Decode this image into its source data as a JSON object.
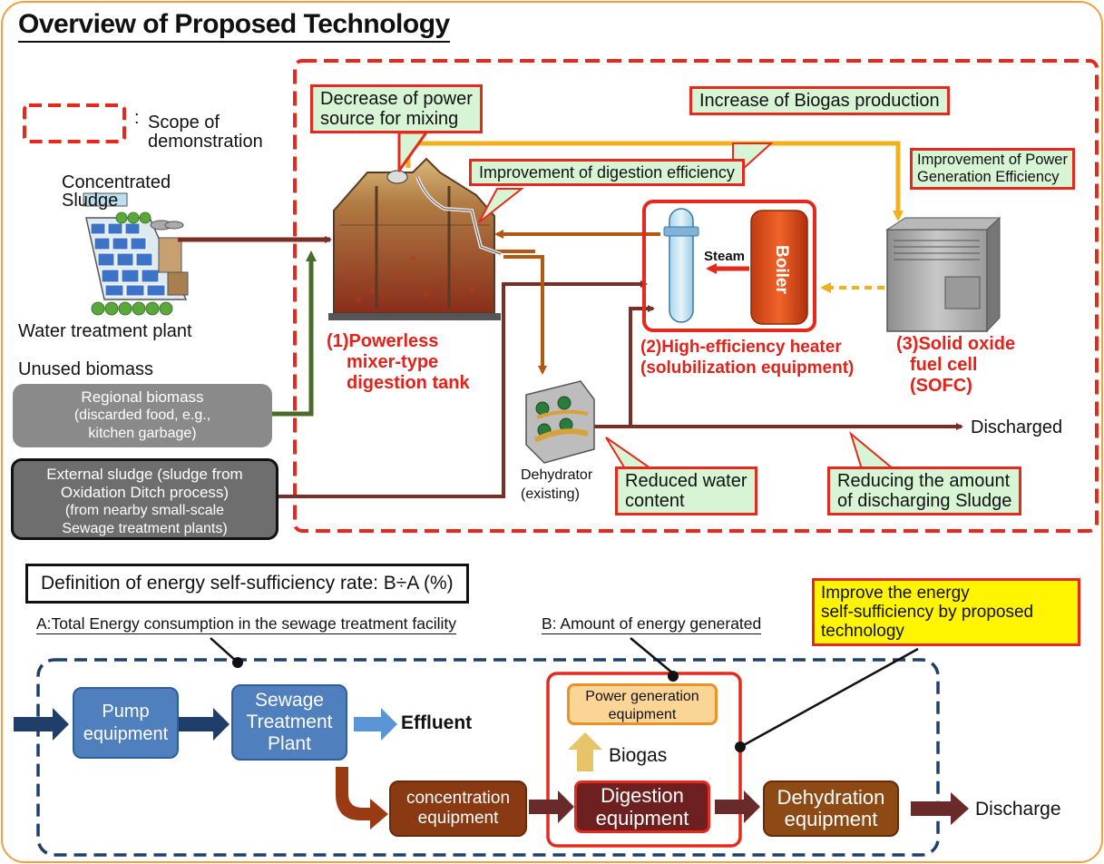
{
  "title": "Overview of Proposed Technology",
  "legend": {
    "colon": ":",
    "line1": "Scope of",
    "line2": "demonstration"
  },
  "plant": {
    "label_top1": "Concentrated",
    "label_top2": "Sludge",
    "label_bottom": "Water treatment plant"
  },
  "unused_biomass": "Unused biomass",
  "regional_biomass": {
    "line1": "Regional biomass",
    "line2": "(discarded food, e.g.,",
    "line3": "kitchen garbage)"
  },
  "external_sludge": {
    "line1": "External sludge (sludge from",
    "line2": "Oxidation Ditch process)",
    "line3": "(from nearby small-scale",
    "line4": "Sewage treatment plants)"
  },
  "callouts": {
    "mixing_1": "Decrease of power",
    "mixing_2": "source for mixing",
    "biogas": "Increase of Biogas production",
    "digestion": "Improvement of digestion efficiency",
    "power_eff_1": "Improvement of Power",
    "power_eff_2": "Generation Efficiency",
    "water_1": "Reduced water",
    "water_2": "content",
    "discharge_1": "Reducing the amount",
    "discharge_2": "of discharging Sludge"
  },
  "components": {
    "tank_1": "(1)Powerless",
    "tank_2": "mixer-type",
    "tank_3": "digestion tank",
    "heater_1": "(2)High-efficiency heater",
    "heater_2": "(solubilization equipment)",
    "sofc_1": "(3)Solid oxide",
    "sofc_2": "fuel cell",
    "sofc_3": "(SOFC)",
    "steam": "Steam",
    "boiler": "Boiler",
    "dehydrator_1": "Dehydrator",
    "dehydrator_2": "(existing)",
    "discharged": "Discharged"
  },
  "definition": "Definition of energy self-sufficiency rate: B÷A (%)",
  "label_a": "A:Total Energy consumption in the sewage treatment facility",
  "label_b": "B: Amount of energy generated",
  "improve": {
    "line1": "Improve the energy",
    "line2": "self-sufficiency by proposed",
    "line3": "technology"
  },
  "flow": {
    "pump_1": "Pump",
    "pump_2": "equipment",
    "stp_1": "Sewage",
    "stp_2": "Treatment",
    "stp_3": "Plant",
    "effluent": "Effluent",
    "power_gen_1": "Power generation",
    "power_gen_2": "equipment",
    "biogas": "Biogas",
    "concentration_1": "concentration",
    "concentration_2": "equipment",
    "digestion_1": "Digestion",
    "digestion_2": "equipment",
    "dehydration_1": "Dehydration",
    "dehydration_2": "equipment",
    "discharge": "Discharge"
  },
  "colors": {
    "scope_red": "#e52a1d",
    "callout_green": "#d7f5d4",
    "flow_blue": "#4f7fbd",
    "flow_brown": "#8a3a12",
    "highlight_yellow": "#fff500",
    "frame_orange": "#f0a040"
  }
}
